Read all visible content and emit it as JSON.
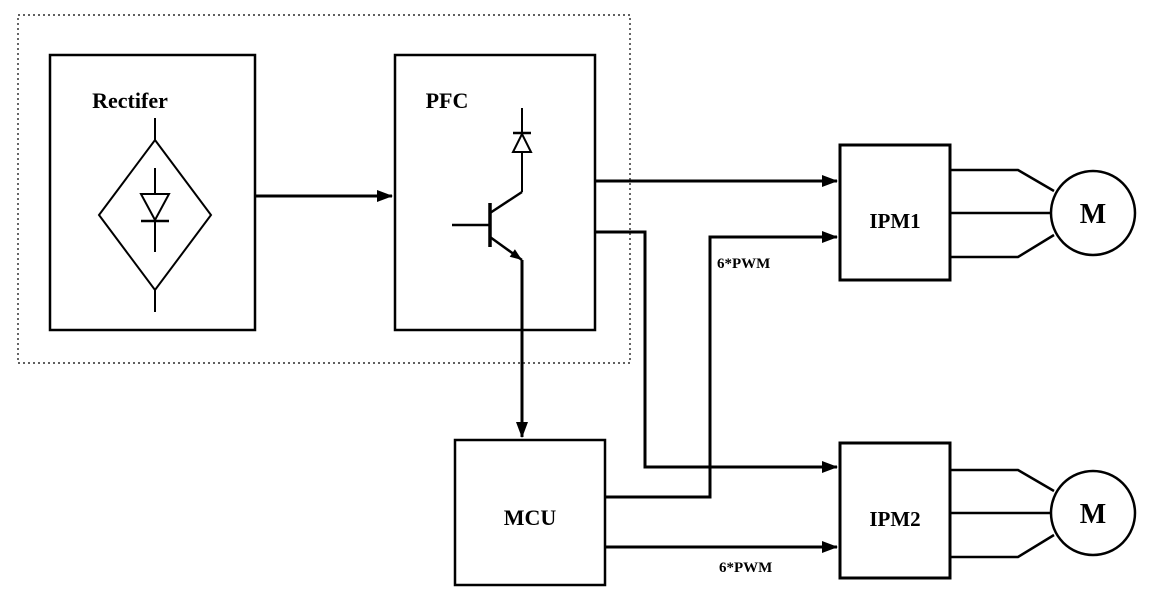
{
  "diagram": {
    "background": "#ffffff",
    "line_color": "#000000",
    "blocks": {
      "rectifier": {
        "label": "Rectifer"
      },
      "pfc": {
        "label": "PFC"
      },
      "mcu": {
        "label": "MCU"
      },
      "ipm1": {
        "label": "IPM1"
      },
      "ipm2": {
        "label": "IPM2"
      }
    },
    "motors": {
      "motor1": {
        "label": "M"
      },
      "motor2": {
        "label": "M"
      }
    },
    "signal_labels": {
      "pwm_to_ipm1": "6*PWM",
      "pwm_to_ipm2": "6*PWM"
    }
  }
}
